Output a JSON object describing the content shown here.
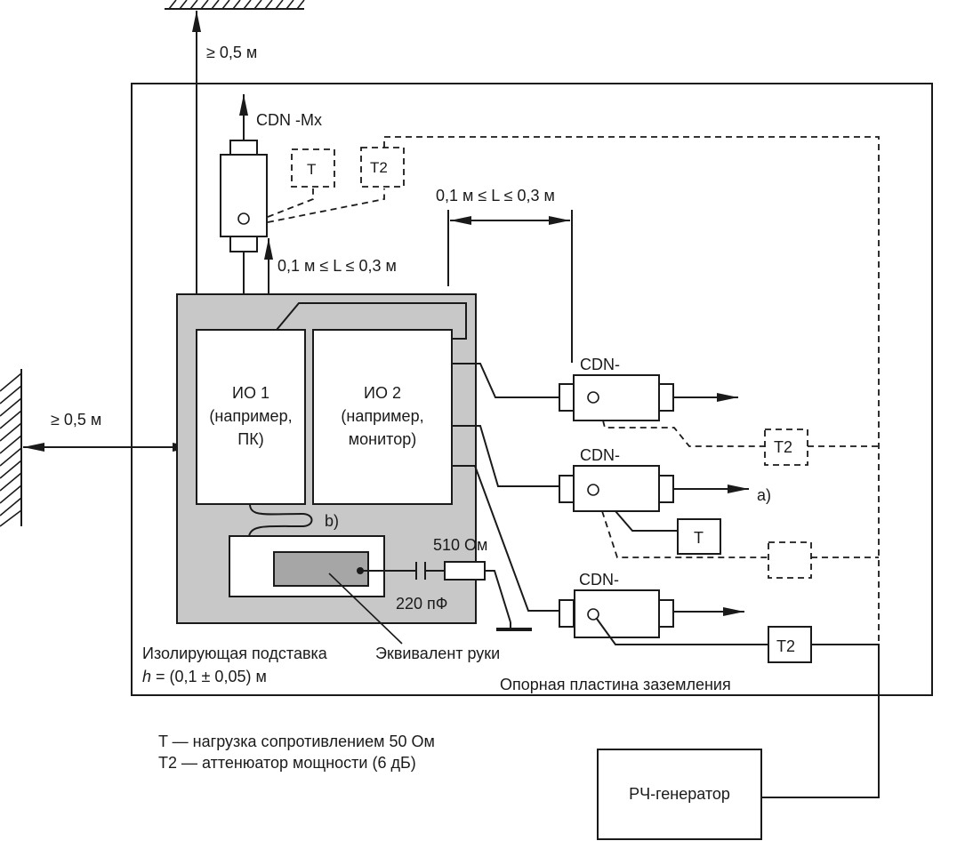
{
  "diagram": {
    "top_clearance": "≥ 0,5 м",
    "left_clearance": "≥ 0,5 м",
    "cdn_mx_label": "CDN -Mx",
    "cdn_mx_T": "T",
    "cdn_mx_T2": "T2",
    "vertical_L": "0,1 м ≤ L ≤ 0,3 м",
    "horizontal_L": "0,1 м ≤ L ≤ 0,3 м",
    "eut1": {
      "line1": "ИО 1",
      "line2": "(например,",
      "line3": "ПК)"
    },
    "eut2": {
      "line1": "ИО 2",
      "line2": "(например,",
      "line3": "монитор)"
    },
    "note_b": "b)",
    "note_a": "a)",
    "resistor_label": "510 Ом",
    "capacitor_label": "220 пФ",
    "hand_label": "Эквивалент руки",
    "support_label": "Изолирующая подставка",
    "support_height": "h = (0,1 ± 0,05) м",
    "ground_plane_label": "Опорная пластина заземления",
    "cdn_right": [
      {
        "label": "CDN-",
        "T2": "T2"
      },
      {
        "label": "CDN-",
        "T": "T"
      },
      {
        "label": "CDN-",
        "T2": "T2"
      }
    ],
    "generator_label": "РЧ-генератор",
    "legend": [
      "T — нагрузка сопротивлением 50 Ом",
      "T2 — аттенюатор мощности (6 дБ)"
    ]
  }
}
